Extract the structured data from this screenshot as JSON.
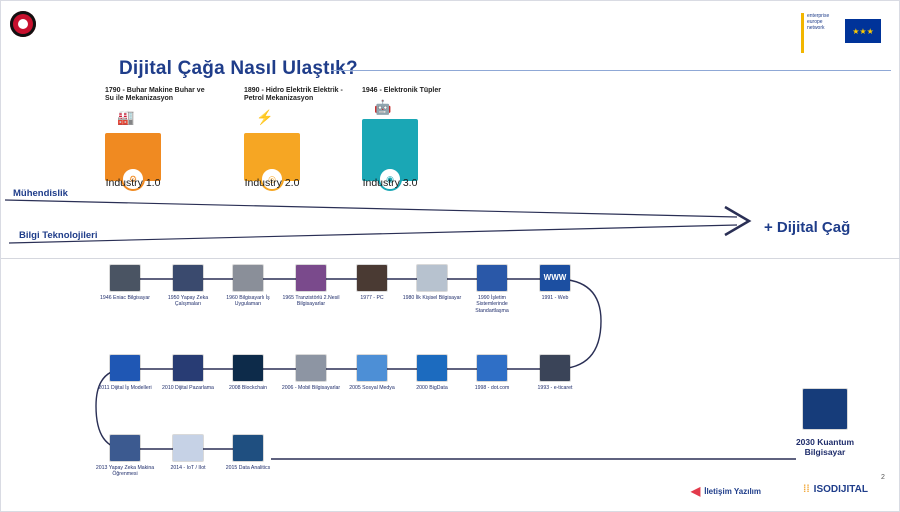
{
  "title": "Dijital Çağa Nasıl Ulaştık?",
  "branding": {
    "een": "enterprise europe network",
    "iletisim": "İletişim Yazılım",
    "isodijital": "ISODIJITAL",
    "page_number": "2"
  },
  "industries": [
    {
      "caption": "1790 - Buhar Makine Buhar ve Su ile Mekanizasyon",
      "name": "Industry 1.0",
      "color": "#f08a21",
      "icon": "factory-icon",
      "glyph": "🏭",
      "circle_glyph": "⚙"
    },
    {
      "caption": "1890 - Hidro Elektrik Elektrik - Petrol Mekanizasyon",
      "name": "Industry 2.0",
      "color": "#f6a623",
      "icon": "assembly-line-icon",
      "glyph": "⚡",
      "circle_glyph": "◎"
    },
    {
      "caption": "1946 - Elektronik Tüpler",
      "name": "Industry 3.0",
      "color": "#1aa7b5",
      "icon": "robot-arm-icon",
      "glyph": "🤖",
      "circle_glyph": "◉"
    }
  ],
  "labels": {
    "engineering": "Mühendislik",
    "it": "Bilgi Teknolojileri",
    "digital_age": "+ Dijital Çağ"
  },
  "timeline": {
    "row1": [
      {
        "text": "1946 Eniac Bilgisayar",
        "color": "#4a5463"
      },
      {
        "text": "1950 Yapay Zeka Çalışmaları",
        "color": "#3a4a6e"
      },
      {
        "text": "1960 Bilgisayarlı İş Uygulamarı",
        "color": "#8a8f99"
      },
      {
        "text": "1965 Tranzistörlü 2.Nesil Bilgisayarlar",
        "color": "#7a4a8c"
      },
      {
        "text": "1977 - PC",
        "color": "#4a3a33"
      },
      {
        "text": "1980 İlk Kişisel Bilgisayar",
        "color": "#b7c2cf"
      },
      {
        "text": "1990 İşletim Sistemlerinde Standartlaşma",
        "color": "#2a58a8"
      },
      {
        "text": "1991 - Web",
        "color": "#1c4fa1"
      }
    ],
    "row2": [
      {
        "text": "2011 Dijital İş Modelleri",
        "color": "#1f57b4"
      },
      {
        "text": "2010 Dijital Pazarlama",
        "color": "#283c74"
      },
      {
        "text": "2008 Blockchain",
        "color": "#0d2b4a"
      },
      {
        "text": "2006 - Mobil Bilgisayarlar",
        "color": "#8d95a3"
      },
      {
        "text": "2005 Sosyal Medya",
        "color": "#4d8fd6"
      },
      {
        "text": "2000 BigData",
        "color": "#1c6bbf"
      },
      {
        "text": "1998 - dot.com",
        "color": "#2f6fc6"
      },
      {
        "text": "1993 - e-ticaret",
        "color": "#3a4458"
      }
    ],
    "row3": [
      {
        "text": "2013 Yapay Zeka Makina Öğrenmesi",
        "color": "#3c5a90"
      },
      {
        "text": "2014 - IoT / IIot",
        "color": "#c6d2e6"
      },
      {
        "text": "2015 Data Analitics",
        "color": "#1f4f80"
      }
    ],
    "quantum": {
      "text": "2030 Kuantum Bilgisayar",
      "color": "#163c7a"
    }
  }
}
